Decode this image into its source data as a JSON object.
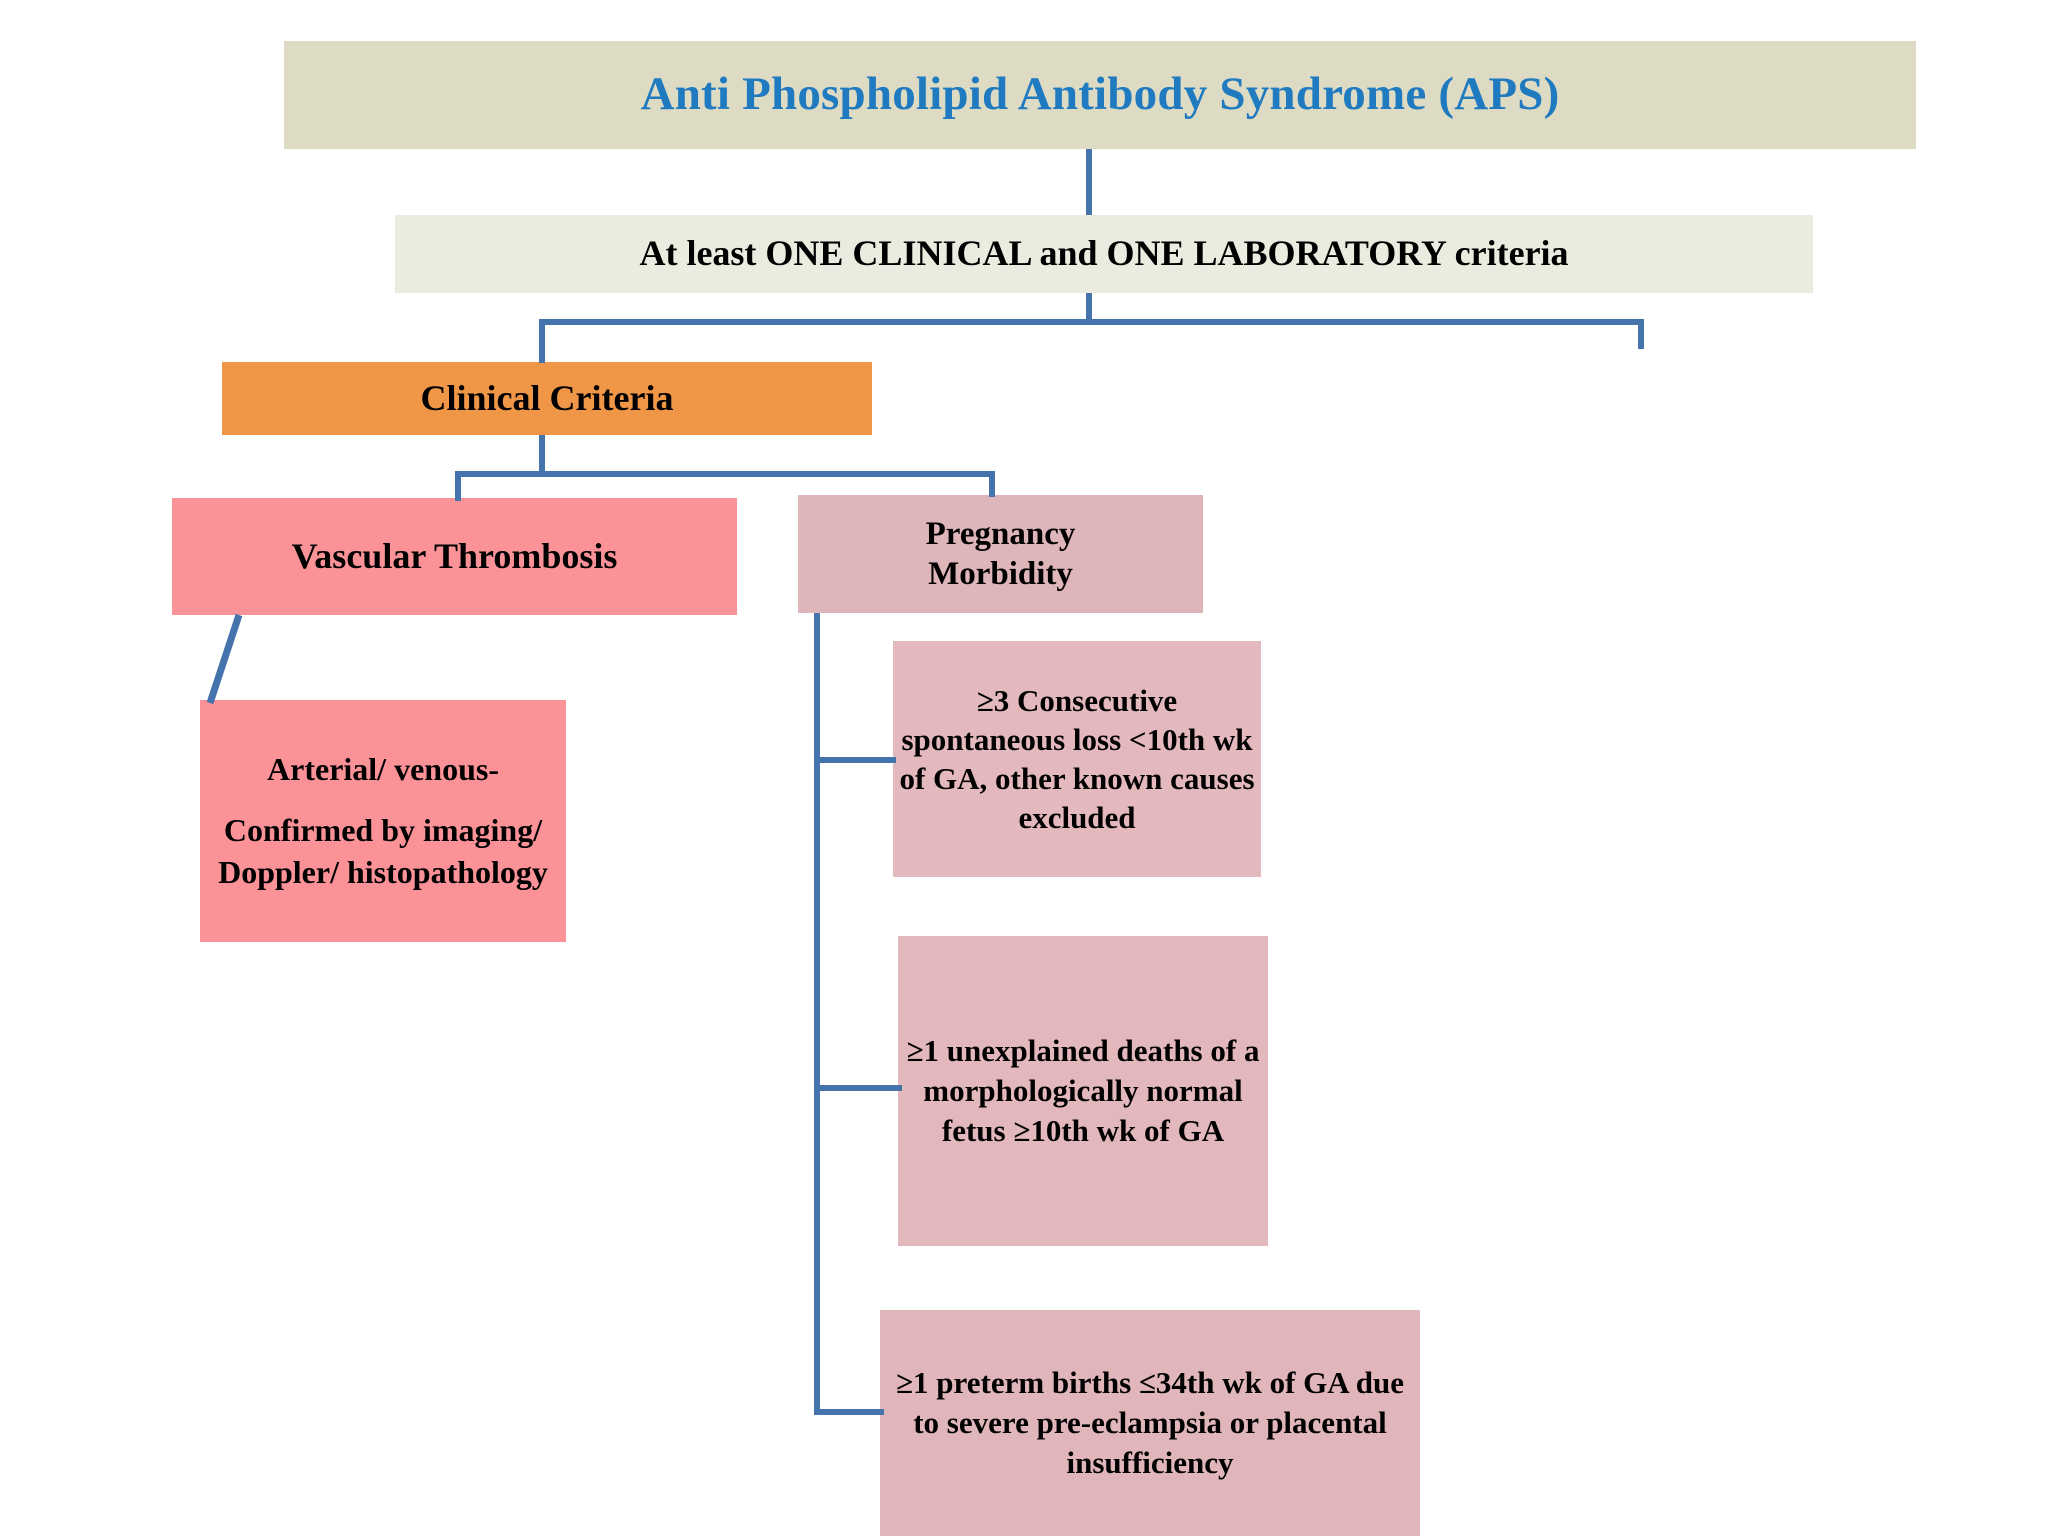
{
  "diagram": {
    "title": "Anti Phospholipid Antibody Syndrome (APS)",
    "criteria_statement": "At least ONE CLINICAL and ONE LABORATORY criteria",
    "clinical_criteria_label": "Clinical Criteria",
    "vascular_thrombosis_label": "Vascular Thrombosis",
    "pregnancy_morbidity_label": "Pregnancy\nMorbidity",
    "arterial_venous": {
      "line_1": "Arterial/ venous-",
      "line_2": "Confirmed by imaging/ Doppler/ histopathology"
    },
    "pregnancy_items": [
      "≥3 Consecutive spontaneous loss <10th wk of GA, other known causes excluded",
      "≥1 unexplained deaths of a morphologically normal fetus ≥10th wk of GA",
      "≥1 preterm births ≤34th wk of GA due to severe pre-eclampsia or placental insufficiency"
    ],
    "colors": {
      "title_bg": "#dddbc4",
      "title_text": "#1f7ac0",
      "criteria_bg": "#ecebe0",
      "clinical_bg": "#f09647",
      "vascular_bg": "#fb9298",
      "pregnancy_bg": "#deb5b8",
      "connector": "#4573ac"
    }
  }
}
